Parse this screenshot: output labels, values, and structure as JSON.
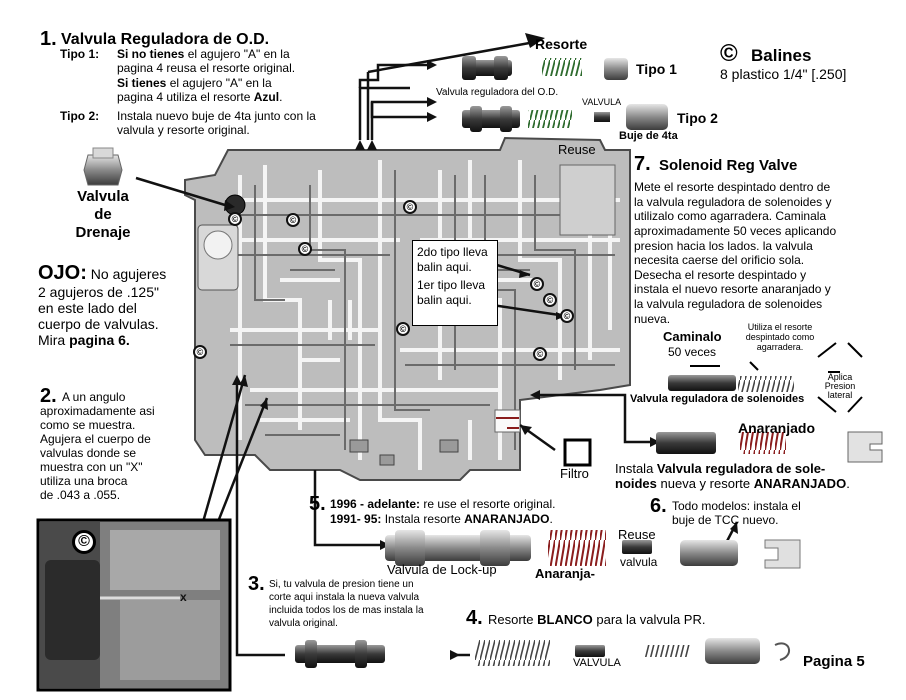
{
  "step1": {
    "number": "1.",
    "title": "Valvula Reguladora de O.D.",
    "tipo1_label": "Tipo 1:",
    "tipo1_line1_bold": "Si no tienes",
    "tipo1_line1_rest": " el agujero \"A\" en la",
    "tipo1_line2": "pagina 4 reusa el resorte original.",
    "tipo1_line3_bold": "Si tienes",
    "tipo1_line3_rest": " el agujero \"A\" en la",
    "tipo1_line4_pre": "pagina 4 utiliza el resorte ",
    "tipo1_line4_bold": "Azul",
    "tipo1_line4_post": ".",
    "tipo2_label": "Tipo 2:",
    "tipo2_line1": "Instala nuevo buje de 4ta junto con la",
    "tipo2_line2": "valvula y resorte original."
  },
  "top_parts": {
    "resorte": "Resorte",
    "tipo1": "Tipo 1",
    "tipo2": "Tipo 2",
    "valvula_od": "Valvula reguladora del O.D.",
    "valvula": "VALVULA",
    "reuse": "Reuse",
    "buje4ta": "Buje de 4ta"
  },
  "balines": {
    "symbol": "©",
    "title": "Balines",
    "subtitle": "8 plastico 1/4\" [.250]"
  },
  "drenaje": {
    "line1": "Valvula",
    "line2": "de",
    "line3": "Drenaje"
  },
  "ojo": {
    "big": "OJO:",
    "line1_rest": " No agujeres",
    "line2": "2 agujeros de .125\"",
    "line3": "en este lado del",
    "line4": "cuerpo de valvulas.",
    "line5_pre": "Mira ",
    "line5_bold": "pagina 6."
  },
  "step2": {
    "number": "2.",
    "line1": "A un angulo",
    "line2": "aproximadamente asi",
    "line3": "como se muestra.",
    "line4": "Agujera el cuerpo de",
    "line5": "valvulas donde se",
    "line6": "muestra con un \"X\"",
    "line7": "utiliza una broca",
    "line8": "de .043 a .055."
  },
  "callout": {
    "line1": "2do tipo lleva",
    "line2": "balin aqui.",
    "line3": "1er tipo lleva",
    "line4": "balin aqui."
  },
  "step7": {
    "number": "7.",
    "title": "Solenoid Reg Valve",
    "lines": [
      "Mete el resorte despintado dentro de",
      "la valvula reguladora de solenoides y",
      "utilizalo como agarradera.  Caminala",
      "aproximadamente 50 veces aplicando",
      "presion hacia los lados. la valvula",
      "necesita caerse del orificio sola.",
      "Desecha el resorte despintado y",
      "instala el nuevo resorte anaranjado y",
      "la valvula reguladora de solenoides",
      "nueva."
    ]
  },
  "solenoid": {
    "caminalo": "Caminalo",
    "veces": "50 veces",
    "utiliza1": "Utiliza el resorte",
    "utiliza2": "despintado como",
    "utiliza3": "agarradera.",
    "aplica1": "Aplica",
    "aplica2": "Presion",
    "aplica3": "lateral",
    "valvula_reg": "Valvula reguladora de solenoides",
    "anaranjado": "Anaranjado",
    "filtro": "Filtro",
    "instala_pre": "Instala ",
    "instala_bold": "Valvula reguladora de sole-",
    "instala2_bold1": "noides",
    "instala2_mid": " nueva y resorte ",
    "instala2_bold2": "ANARANJADO",
    "instala2_end": "."
  },
  "step5": {
    "number": "5.",
    "line1_bold": "1996 - adelante:",
    "line1_rest": " re use el resorte original.",
    "line2_bold": "1991- 95:",
    "line2_mid": " Instala resorte ",
    "line2_bold2": "ANARANJADO",
    "line2_end": ".",
    "lockup": "Valvula de Lock-up",
    "anaranja": "Anaranja-",
    "reuse": "Reuse",
    "valvula": "valvula"
  },
  "step6": {
    "number": "6.",
    "line1": "Todo modelos: instala el",
    "line2": "buje de TCC nuevo."
  },
  "step3": {
    "number": "3.",
    "line1": "Si, tu valvula de presion tiene un",
    "line2": "corte aqui instala la nueva valvula",
    "line3": "incluida todos los de mas instala la",
    "line4": "valvula original."
  },
  "step4": {
    "number": "4.",
    "pre": "Resorte ",
    "bold": "BLANCO",
    "post": " para la valvula PR.",
    "valvula": "VALVULA"
  },
  "inset_mark": "©",
  "c_mark": "©",
  "page_label": "Pagina 5"
}
